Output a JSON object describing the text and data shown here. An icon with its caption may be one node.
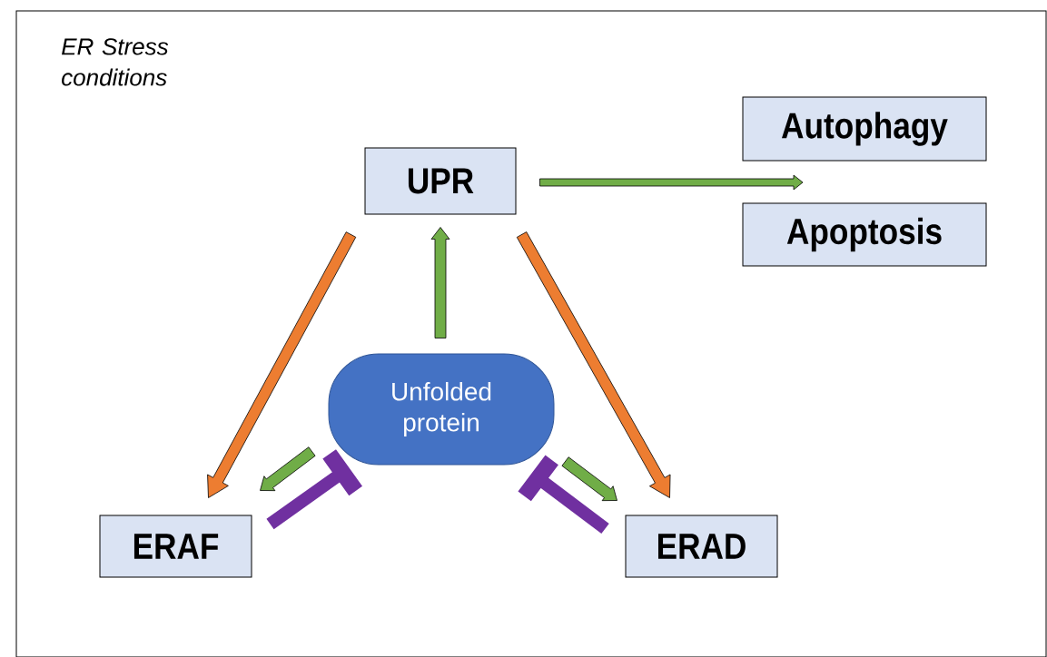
{
  "diagram": {
    "nodes": [
      {
        "text": [
          "UPR"
        ]
      },
      {
        "text": [
          "Autophagy"
        ]
      },
      {
        "text": [
          "Apoptosis"
        ]
      },
      {
        "text": [
          "Unfolded protein"
        ]
      },
      {
        "text": [
          "ERAF"
        ]
      },
      {
        "text": [
          "ERAD"
        ]
      }
    ],
    "edges": [
      {
        "from": 0,
        "to": null,
        "arrow": "to"
      },
      {
        "from": 0,
        "to": 4,
        "arrow": "to",
        "color": "#ed7d31"
      },
      {
        "from": 0,
        "to": 5,
        "arrow": "to",
        "color": "#ed7d31"
      },
      {
        "from": 3,
        "to": 0,
        "arrow": "to"
      },
      {
        "from": 3,
        "to": 4,
        "arrow": "to"
      },
      {
        "from": 3,
        "to": 5,
        "arrow": "to"
      },
      {
        "from": 4,
        "to": 3,
        "arrow": "other",
        "color": "#7030a0"
      },
      {
        "from": 5,
        "to": 3,
        "arrow": "other",
        "color": "#7030a0"
      }
    ],
    "labels": [
      "ER Stress conditions"
    ]
  }
}
